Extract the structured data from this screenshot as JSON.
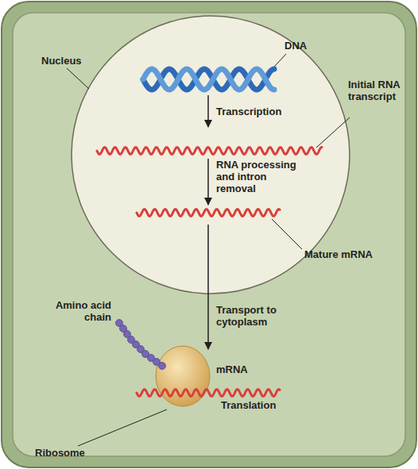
{
  "diagram": {
    "labels": [
      "Nucleus",
      "DNA",
      "Transcription",
      "Initial RNA transcript",
      "RNA processing and intron removal",
      "Mature mRNA",
      "Amino acid chain",
      "Transport to cytoplasm",
      "mRNA",
      "Translation",
      "Ribosome"
    ]
  }
}
